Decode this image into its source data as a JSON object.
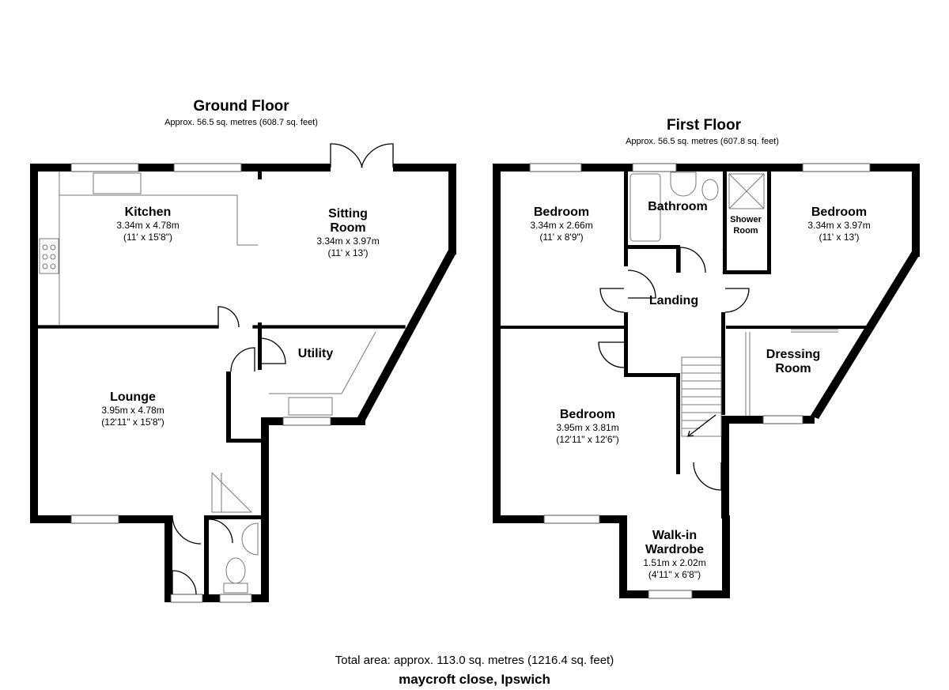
{
  "floors": [
    {
      "title": "Ground Floor",
      "area": "Approx. 56.5 sq. metres (608.7 sq. feet)",
      "rooms": [
        {
          "name": "Kitchen",
          "metric": "3.34m x 4.78m",
          "imperial": "(11' x 15'8\")"
        },
        {
          "name": "Sitting",
          "name2": "Room",
          "metric": "3.34m x 3.97m",
          "imperial": "(11' x 13')"
        },
        {
          "name": "Utility"
        },
        {
          "name": "Lounge",
          "metric": "3.95m x 4.78m",
          "imperial": "(12'11\" x 15'8\")"
        }
      ]
    },
    {
      "title": "First Floor",
      "area": "Approx. 56.5 sq. metres (607.8 sq. feet)",
      "rooms": [
        {
          "name": "Bedroom",
          "metric": "3.34m x 2.66m",
          "imperial": "(11' x 8'9\")"
        },
        {
          "name": "Bathroom"
        },
        {
          "name": "Shower",
          "name2": "Room"
        },
        {
          "name": "Bedroom",
          "metric": "3.34m x 3.97m",
          "imperial": "(11' x 13')"
        },
        {
          "name": "Landing"
        },
        {
          "name": "Dressing",
          "name2": "Room"
        },
        {
          "name": "Bedroom",
          "metric": "3.95m x 3.81m",
          "imperial": "(12'11\" x 12'6\")"
        },
        {
          "name": "Walk-in",
          "name2": "Wardrobe",
          "metric": "1.51m x 2.02m",
          "imperial": "(4'11\" x 6'8\")"
        }
      ]
    }
  ],
  "footer": {
    "total": "Total area: approx. 113.0 sq. metres (1216.4 sq. feet)",
    "address": "maycroft close, Ipswich"
  },
  "colors": {
    "wall": "#000000",
    "background": "#ffffff",
    "fixture_line": "#777777"
  }
}
